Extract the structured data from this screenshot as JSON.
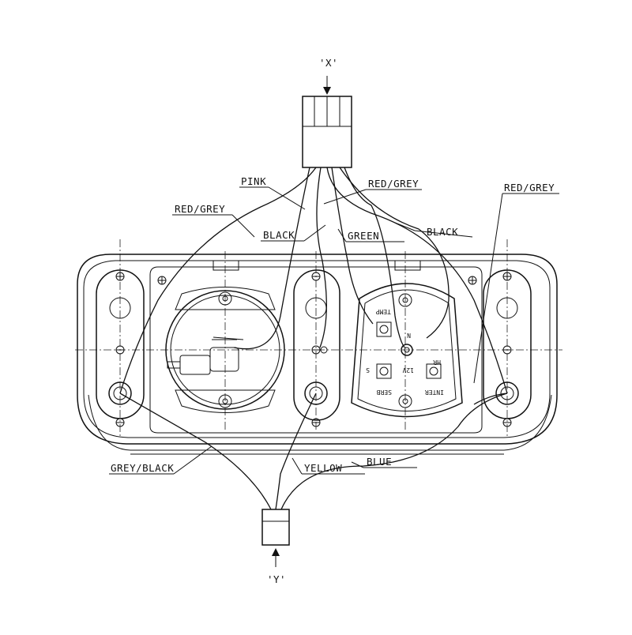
{
  "connectors": {
    "top": "'X'",
    "bottom": "'Y'"
  },
  "wires": {
    "pink": "PINK",
    "red_grey_1": "RED/GREY",
    "red_grey_2": "RED/GREY",
    "red_grey_3": "RED/GREY",
    "black_1": "BLACK",
    "black_2": "BLACK",
    "green": "GREEN",
    "grey_black": "GREY/BLACK",
    "yellow": "YELLOW",
    "blue": "BLUE"
  },
  "terminals": {
    "temp": "TEMP",
    "n": "N",
    "v12": "12V",
    "hr": "HR",
    "serb": "SERB",
    "s": "S",
    "inter": "INTER"
  }
}
